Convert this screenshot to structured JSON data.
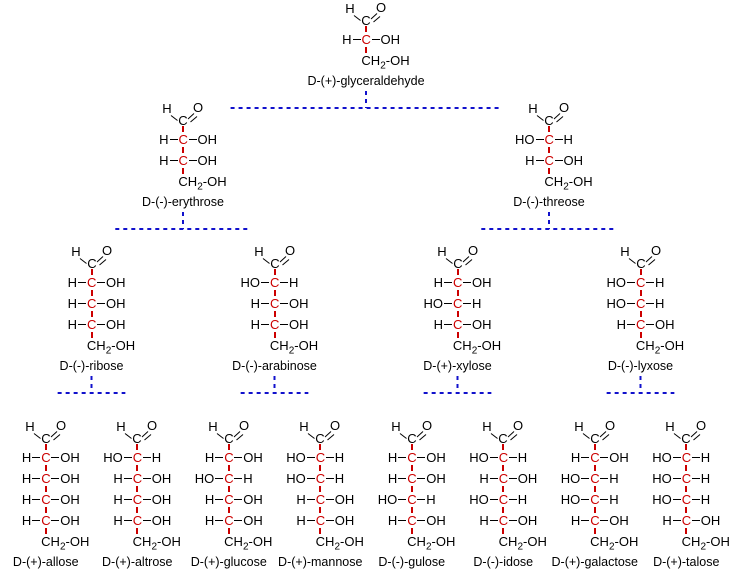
{
  "colors": {
    "carbon_red": "#cc0000",
    "bond_red": "#cc0000",
    "bond_black": "#000000",
    "connector_blue": "#1111cc",
    "text_black": "#000000",
    "background": "#ffffff"
  },
  "atoms": {
    "hydrogen": "H",
    "carbon": "C",
    "oxygen": "O",
    "tail_pre": "CH",
    "tail_sub": "2",
    "tail_post": "-OH"
  },
  "diagram": {
    "description": "D-aldose family tree of Fischer projections",
    "levels": [
      {
        "molecules": [
          {
            "id": "glyceraldehyde",
            "name": "D-(+)-glyceraldehyde",
            "rows": [
              [
                "H",
                "OH"
              ]
            ]
          }
        ]
      },
      {
        "molecules": [
          {
            "id": "erythrose",
            "name": "D-(-)-erythrose",
            "rows": [
              [
                "H",
                "OH"
              ],
              [
                "H",
                "OH"
              ]
            ]
          },
          {
            "id": "threose",
            "name": "D-(-)-threose",
            "rows": [
              [
                "HO",
                "H"
              ],
              [
                "H",
                "OH"
              ]
            ]
          }
        ]
      },
      {
        "molecules": [
          {
            "id": "ribose",
            "name": "D-(-)-ribose",
            "rows": [
              [
                "H",
                "OH"
              ],
              [
                "H",
                "OH"
              ],
              [
                "H",
                "OH"
              ]
            ]
          },
          {
            "id": "arabinose",
            "name": "D-(-)-arabinose",
            "rows": [
              [
                "HO",
                "H"
              ],
              [
                "H",
                "OH"
              ],
              [
                "H",
                "OH"
              ]
            ]
          },
          {
            "id": "xylose",
            "name": "D-(+)-xylose",
            "rows": [
              [
                "H",
                "OH"
              ],
              [
                "HO",
                "H"
              ],
              [
                "H",
                "OH"
              ]
            ]
          },
          {
            "id": "lyxose",
            "name": "D-(-)-lyxose",
            "rows": [
              [
                "HO",
                "H"
              ],
              [
                "HO",
                "H"
              ],
              [
                "H",
                "OH"
              ]
            ]
          }
        ]
      },
      {
        "molecules": [
          {
            "id": "allose",
            "name": "D-(+)-allose",
            "rows": [
              [
                "H",
                "OH"
              ],
              [
                "H",
                "OH"
              ],
              [
                "H",
                "OH"
              ],
              [
                "H",
                "OH"
              ]
            ]
          },
          {
            "id": "altrose",
            "name": "D-(+)-altrose",
            "rows": [
              [
                "HO",
                "H"
              ],
              [
                "H",
                "OH"
              ],
              [
                "H",
                "OH"
              ],
              [
                "H",
                "OH"
              ]
            ]
          },
          {
            "id": "glucose",
            "name": "D-(+)-glucose",
            "rows": [
              [
                "H",
                "OH"
              ],
              [
                "HO",
                "H"
              ],
              [
                "H",
                "OH"
              ],
              [
                "H",
                "OH"
              ]
            ]
          },
          {
            "id": "mannose",
            "name": "D-(+)-mannose",
            "rows": [
              [
                "HO",
                "H"
              ],
              [
                "HO",
                "H"
              ],
              [
                "H",
                "OH"
              ],
              [
                "H",
                "OH"
              ]
            ]
          },
          {
            "id": "gulose",
            "name": "D-(-)-gulose",
            "rows": [
              [
                "H",
                "OH"
              ],
              [
                "H",
                "OH"
              ],
              [
                "HO",
                "H"
              ],
              [
                "H",
                "OH"
              ]
            ]
          },
          {
            "id": "idose",
            "name": "D-(-)-idose",
            "rows": [
              [
                "HO",
                "H"
              ],
              [
                "H",
                "OH"
              ],
              [
                "HO",
                "H"
              ],
              [
                "H",
                "OH"
              ]
            ]
          },
          {
            "id": "galactose",
            "name": "D-(+)-galactose",
            "rows": [
              [
                "H",
                "OH"
              ],
              [
                "HO",
                "H"
              ],
              [
                "HO",
                "H"
              ],
              [
                "H",
                "OH"
              ]
            ]
          },
          {
            "id": "talose",
            "name": "D-(+)-talose",
            "rows": [
              [
                "HO",
                "H"
              ],
              [
                "HO",
                "H"
              ],
              [
                "HO",
                "H"
              ],
              [
                "H",
                "OH"
              ]
            ]
          }
        ]
      }
    ],
    "connections": [
      {
        "parent": [
          0,
          0
        ],
        "children": [
          [
            1,
            0
          ],
          [
            1,
            1
          ]
        ]
      },
      {
        "parent": [
          1,
          0
        ],
        "children": [
          [
            2,
            0
          ],
          [
            2,
            1
          ]
        ]
      },
      {
        "parent": [
          1,
          1
        ],
        "children": [
          [
            2,
            2
          ],
          [
            2,
            3
          ]
        ]
      },
      {
        "parent": [
          2,
          0
        ],
        "children": [
          [
            3,
            0
          ],
          [
            3,
            1
          ]
        ]
      },
      {
        "parent": [
          2,
          1
        ],
        "children": [
          [
            3,
            2
          ],
          [
            3,
            3
          ]
        ]
      },
      {
        "parent": [
          2,
          2
        ],
        "children": [
          [
            3,
            4
          ],
          [
            3,
            5
          ]
        ]
      },
      {
        "parent": [
          2,
          3
        ],
        "children": [
          [
            3,
            6
          ],
          [
            3,
            7
          ]
        ]
      }
    ]
  }
}
